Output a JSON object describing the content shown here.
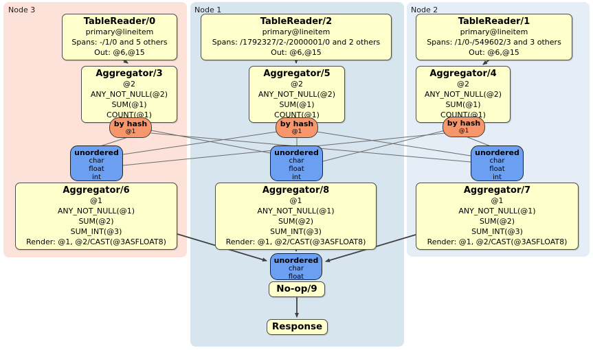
{
  "diagram": {
    "groups": {
      "node3": {
        "label": "Node 3",
        "table_reader": {
          "title": "TableReader/0",
          "lines": [
            "primary@lineitem",
            "Spans: -/1/0 and 5 others",
            "Out: @6,@15"
          ]
        },
        "aggregator_top": {
          "title": "Aggregator/3",
          "lines": [
            "@2",
            "ANY_NOT_NULL(@2)",
            "SUM(@1)",
            "COUNT(@1)"
          ]
        },
        "hash_router": {
          "title": "by hash",
          "sub": "@1"
        },
        "sync": {
          "title": "unordered",
          "lines": [
            "char",
            "float",
            "int"
          ]
        },
        "aggregator_bottom": {
          "title": "Aggregator/6",
          "lines": [
            "@1",
            "ANY_NOT_NULL(@1)",
            "SUM(@2)",
            "SUM_INT(@3)",
            "Render: @1, @2/CAST(@3ASFLOAT8)"
          ]
        }
      },
      "node1": {
        "label": "Node 1",
        "table_reader": {
          "title": "TableReader/2",
          "lines": [
            "primary@lineitem",
            "Spans: /1792327/2-/2000001/0 and 2 others",
            "Out: @6,@15"
          ]
        },
        "aggregator_top": {
          "title": "Aggregator/5",
          "lines": [
            "@2",
            "ANY_NOT_NULL(@2)",
            "SUM(@1)",
            "COUNT(@1)"
          ]
        },
        "hash_router": {
          "title": "by hash",
          "sub": "@1"
        },
        "sync": {
          "title": "unordered",
          "lines": [
            "char",
            "float",
            "int"
          ]
        },
        "aggregator_bottom": {
          "title": "Aggregator/8",
          "lines": [
            "@1",
            "ANY_NOT_NULL(@1)",
            "SUM(@2)",
            "SUM_INT(@3)",
            "Render: @1, @2/CAST(@3ASFLOAT8)"
          ]
        }
      },
      "node2": {
        "label": "Node 2",
        "table_reader": {
          "title": "TableReader/1",
          "lines": [
            "primary@lineitem",
            "Spans: /1/0-/549602/3 and 3 others",
            "Out: @6,@15"
          ]
        },
        "aggregator_top": {
          "title": "Aggregator/4",
          "lines": [
            "@2",
            "ANY_NOT_NULL(@2)",
            "SUM(@1)",
            "COUNT(@1)"
          ]
        },
        "hash_router": {
          "title": "by hash",
          "sub": "@1"
        },
        "sync": {
          "title": "unordered",
          "lines": [
            "char",
            "float",
            "int"
          ]
        },
        "aggregator_bottom": {
          "title": "Aggregator/7",
          "lines": [
            "@1",
            "ANY_NOT_NULL(@1)",
            "SUM(@2)",
            "SUM_INT(@3)",
            "Render: @1, @2/CAST(@3ASFLOAT8)"
          ]
        }
      }
    },
    "output": {
      "sync": {
        "title": "unordered",
        "lines": [
          "char",
          "float"
        ]
      },
      "noop": {
        "title": "No-op/9"
      },
      "response": {
        "title": "Response"
      }
    },
    "colors": {
      "processor_fill": "#ffffcc",
      "router_fill": "#f8966b",
      "sync_fill": "#6b9ff1",
      "node3_bg": "#fce2d9",
      "node1_bg": "#d7e5ef",
      "node2_bg": "#e5eef7",
      "edge": "#3f3f3f",
      "stream": "#6b6b6b"
    }
  }
}
